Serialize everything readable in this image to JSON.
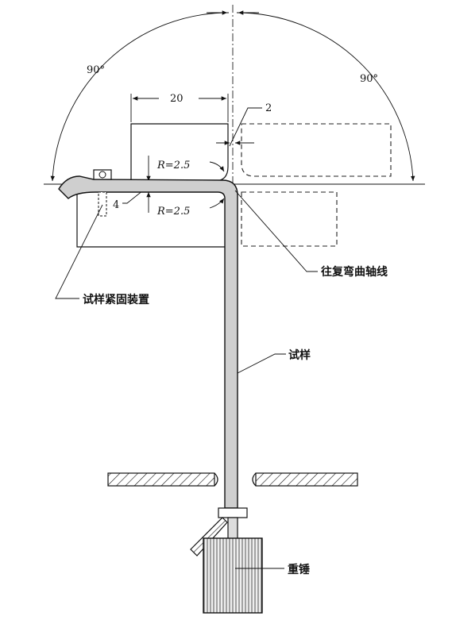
{
  "labels": {
    "angle_left": "90°",
    "angle_right": "90°",
    "dim_width": "20",
    "dim_gap": "2",
    "dim_thickness": "4",
    "radius_upper": "R=2.5",
    "radius_lower": "R=2.5",
    "bend_axis": "往复弯曲轴线",
    "clamp_device": "试样紧固装置",
    "specimen": "试样",
    "weight": "重锤"
  }
}
